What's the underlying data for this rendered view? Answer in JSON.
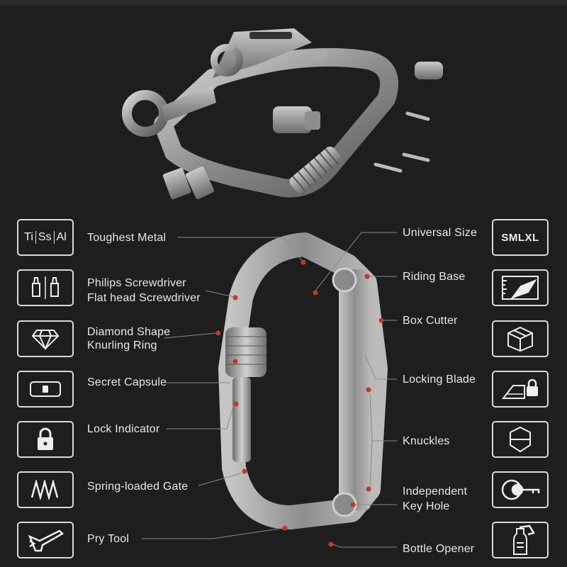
{
  "features_left": [
    {
      "label": "Toughest Metal",
      "icon": "tissal-icon",
      "icon_text": [
        "Ti",
        "Ss",
        "Al"
      ]
    },
    {
      "label": "Philips Screwdriver",
      "label2": "Flat head Screwdriver",
      "icon": "screwdriver-icon"
    },
    {
      "label": "Diamond Shape",
      "label2": "Knurling Ring",
      "icon": "diamond-icon"
    },
    {
      "label": "Secret Capsule",
      "icon": "capsule-icon"
    },
    {
      "label": "Lock Indicator",
      "icon": "padlock-icon"
    },
    {
      "label": "Spring-loaded Gate",
      "icon": "spring-icon"
    },
    {
      "label": "Pry Tool",
      "icon": "pry-tool-icon"
    }
  ],
  "features_right": [
    {
      "label": "Universal Size",
      "icon": "size-icon",
      "icon_text": "SMLXL"
    },
    {
      "label": "Riding Base",
      "icon": "ruler-blade-icon"
    },
    {
      "label": "Box Cutter",
      "icon": "box-icon"
    },
    {
      "label": "Locking Blade",
      "icon": "blade-lock-icon"
    },
    {
      "label": "Knuckles",
      "icon": "shield-icon"
    },
    {
      "label": "Independent",
      "label2": "Key Hole",
      "icon": "key-icon"
    },
    {
      "label": "Bottle Opener",
      "icon": "bottle-icon"
    }
  ],
  "colors": {
    "background": "#1e1e1e",
    "callout_dot": "#c0392b",
    "line": "#8a8a8a",
    "metal": "#9a9a9a"
  }
}
